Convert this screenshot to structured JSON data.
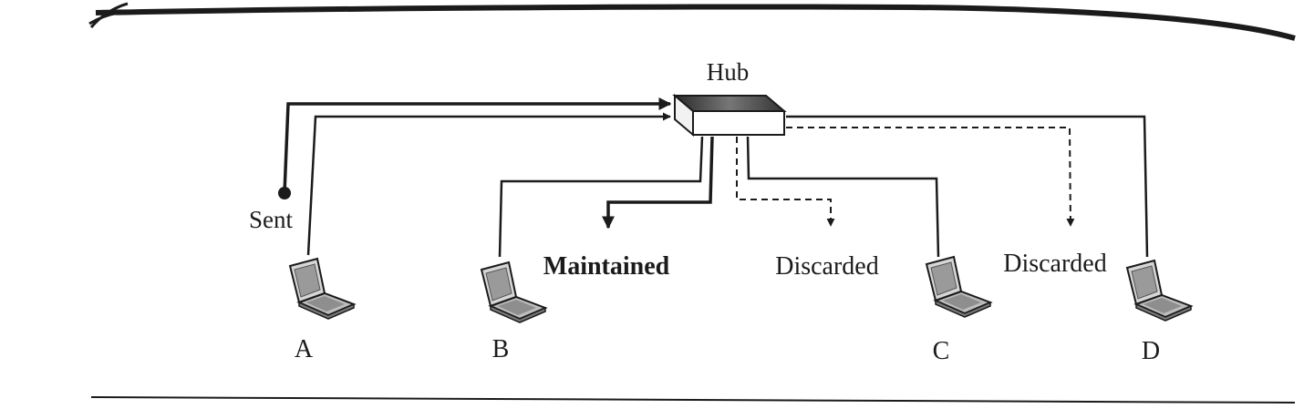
{
  "hub": {
    "label": "Hub"
  },
  "sender": {
    "label": "Sent"
  },
  "computers": [
    {
      "id": "a",
      "label": "A"
    },
    {
      "id": "b",
      "label": "B"
    },
    {
      "id": "c",
      "label": "C"
    },
    {
      "id": "d",
      "label": "D"
    }
  ],
  "outcomes": {
    "b": "Maintained",
    "c": "Discarded",
    "d": "Discarded"
  },
  "colors": {
    "ink": "#1b1b1b",
    "paper": "#ffffff"
  }
}
